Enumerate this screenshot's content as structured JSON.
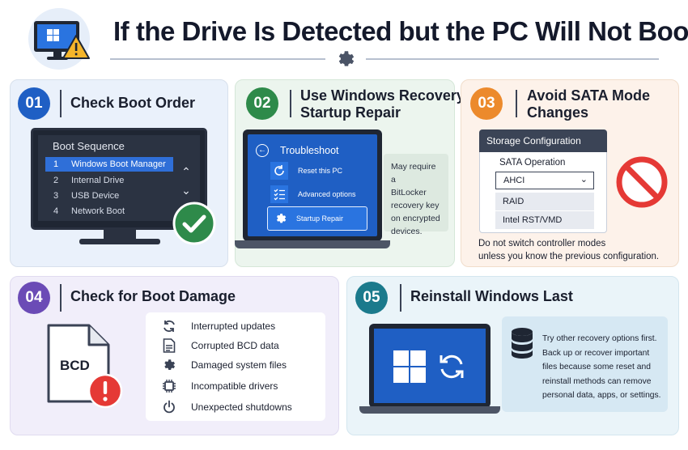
{
  "header": {
    "title": "If the Drive Is Detected but the PC Will Not Boot"
  },
  "colors": {
    "step1": "#1f5fc4",
    "step2": "#2e8a4a",
    "step3": "#ec8a2c",
    "step4": "#6b4bb6",
    "step5": "#1b7a8c"
  },
  "step1": {
    "number": "01",
    "title": "Check Boot Order",
    "screen_title": "Boot Sequence",
    "items": [
      {
        "n": "1",
        "label": "Windows Boot Manager"
      },
      {
        "n": "2",
        "label": "Internal Drive"
      },
      {
        "n": "3",
        "label": "USB Device"
      },
      {
        "n": "4",
        "label": "Network Boot"
      }
    ]
  },
  "step2": {
    "number": "02",
    "title_line1": "Use Windows Recovery",
    "title_line2": "Startup Repair",
    "screen_title": "Troubleshoot",
    "items": [
      "Reset this PC",
      "Advanced options",
      "Startup Repair"
    ],
    "note_lines": [
      "May require a",
      "BitLocker",
      "recovery key",
      "on encrypted",
      "devices."
    ]
  },
  "step3": {
    "number": "03",
    "title_line1": "Avoid SATA Mode",
    "title_line2": "Changes",
    "dialog_title": "Storage Configuration",
    "field_label": "SATA Operation",
    "options": [
      "AHCI",
      "RAID",
      "Intel RST/VMD"
    ],
    "note_lines": [
      "Do not switch controller modes",
      "unless you know the previous configuration."
    ]
  },
  "step4": {
    "number": "04",
    "title": "Check for Boot Damage",
    "file_label": "BCD",
    "causes": [
      "Interrupted updates",
      "Corrupted BCD data",
      "Damaged system files",
      "Incompatible drivers",
      "Unexpected shutdowns"
    ]
  },
  "step5": {
    "number": "05",
    "title": "Reinstall Windows Last",
    "note_lines": [
      "Try other recovery options first.",
      "Back up or recover important",
      "files because some reset and",
      "reinstall methods can remove",
      "personal data, apps, or settings."
    ]
  }
}
